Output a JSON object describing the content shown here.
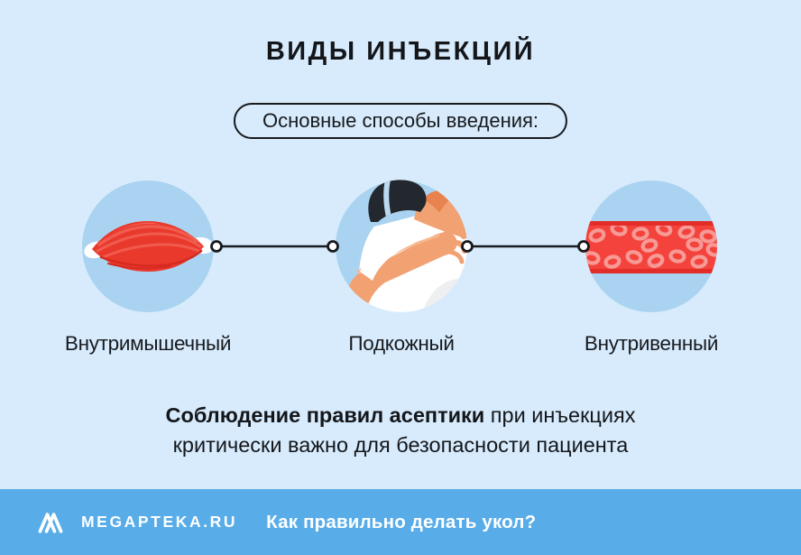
{
  "colors": {
    "background": "#d7ebfc",
    "circle_fill": "#a9d3f0",
    "ink": "#15171c",
    "footer_bar": "#58ade8",
    "accent_red": "#ef4238",
    "dark_red": "#e22d28",
    "cell_pink": "#f79a96",
    "skin": "#f2a173",
    "hair": "#23272e",
    "white": "#ffffff"
  },
  "header": {
    "title": "ВИДЫ ИНЪЕКЦИЙ",
    "badge_label": "Основные способы введения:"
  },
  "methods": [
    {
      "label": "Внутримышечный",
      "icon": "muscle-icon"
    },
    {
      "label": "Подкожный",
      "icon": "pinched-skin-person-icon"
    },
    {
      "label": "Внутривенный",
      "icon": "blood-vessel-icon"
    }
  ],
  "note": {
    "bold_text": "Соблюдение правил асептики",
    "line1_rest": " при инъекциях",
    "line2": "критически важно для безопасности пациента"
  },
  "footer": {
    "logo_icon": "megapteka-m-logo-icon",
    "brand": "MEGAPTEKA.RU",
    "tagline": "Как правильно делать укол?"
  }
}
